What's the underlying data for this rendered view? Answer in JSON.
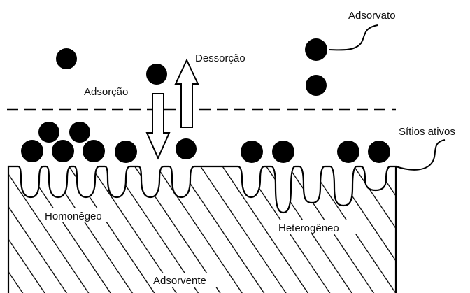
{
  "diagram": {
    "labels": {
      "adsorbate": "Adsorvato",
      "desorption": "Dessorção",
      "adsorption": "Adsorção",
      "active_sites": "Sítios ativos",
      "homogeneous": "Homonêgeo",
      "heterogeneous": "Heterogêneo",
      "adsorbent": "Adsorvente"
    },
    "colors": {
      "ink": "#000000",
      "background": "#ffffff"
    }
  }
}
